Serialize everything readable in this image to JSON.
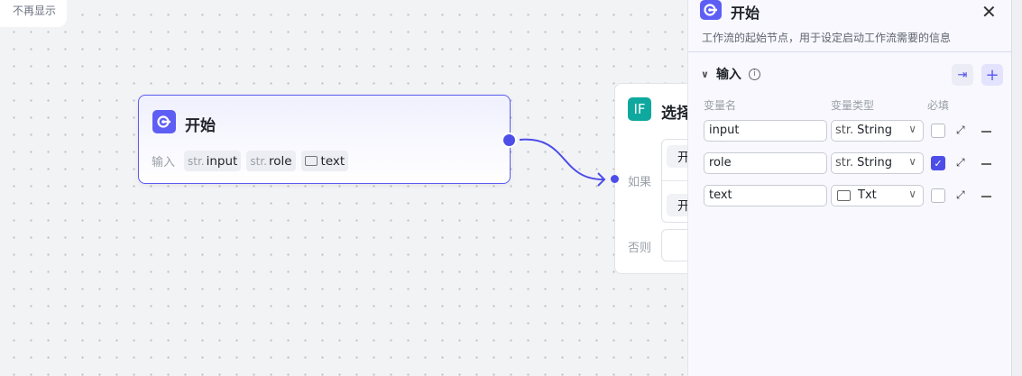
{
  "toast": {
    "dont_show": "不再显示"
  },
  "start_node": {
    "title": "开始",
    "inputs_label": "输入",
    "inputs": [
      {
        "prefix": "str.",
        "name": "input"
      },
      {
        "prefix": "str.",
        "name": "role"
      },
      {
        "prefix": "folder",
        "name": "text"
      }
    ]
  },
  "if_node": {
    "icon": "IF",
    "title": "选择",
    "if_label": "如果",
    "else_label": "否则",
    "cond_chips": [
      "开",
      "开"
    ]
  },
  "panel": {
    "title": "开始",
    "description": "工作流的起始节点，用于设定启动工作流需要的信息",
    "section": "输入",
    "headers": {
      "name": "变量名",
      "type": "变量类型",
      "required": "必填"
    },
    "rows": [
      {
        "name": "input",
        "type_prefix": "str.",
        "type": "String",
        "required": false
      },
      {
        "name": "role",
        "type_prefix": "str.",
        "type": "String",
        "required": true
      },
      {
        "name": "text",
        "type_prefix": "folder",
        "type": "Txt",
        "required": false
      }
    ]
  },
  "colors": {
    "accent": "#4d4de8",
    "if_green": "#0ea89e"
  }
}
